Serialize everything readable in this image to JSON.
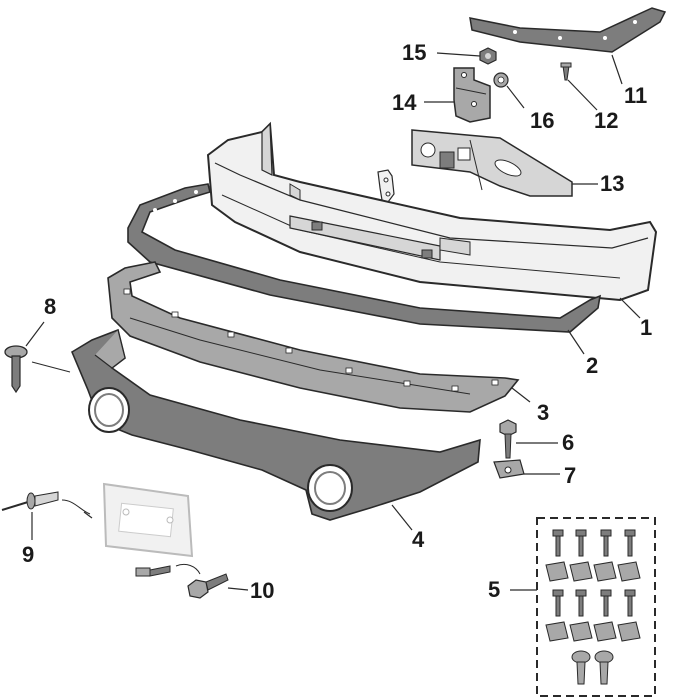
{
  "colors": {
    "outline": "#2a2a2a",
    "chrome": "#f1f1f1",
    "gray_dark": "#7d7d7d",
    "gray_mid": "#a8a8a8",
    "gray_light": "#d6d6d6",
    "white": "#ffffff"
  },
  "callouts": {
    "c1": "1",
    "c2": "2",
    "c3": "3",
    "c4": "4",
    "c5": "5",
    "c6": "6",
    "c7": "7",
    "c8": "8",
    "c9": "9",
    "c10": "10",
    "c11": "11",
    "c12": "12",
    "c13": "13",
    "c14": "14",
    "c15": "15",
    "c16": "16"
  }
}
